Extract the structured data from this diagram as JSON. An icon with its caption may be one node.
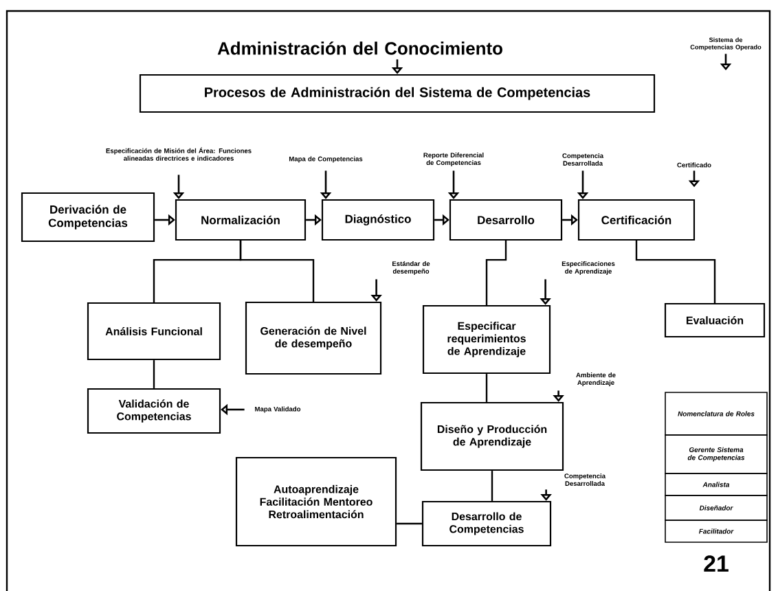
{
  "diagram": {
    "nodes": [
      {
        "text": [
          "Administración del Conocimiento"
        ]
      },
      {
        "text": [
          "Procesos de Administración del Sistema de Competencias"
        ]
      },
      {
        "text": [
          "Sistema de Competencias Operado"
        ]
      },
      {
        "text": [
          "Especificación de Misión del Área: Funciones alineadas directrices e indicadores"
        ]
      },
      {
        "text": [
          "Mapa de Competencias"
        ]
      },
      {
        "text": [
          "Reporte Diferencial de Competencias"
        ]
      },
      {
        "text": [
          "Competencia Desarrollada"
        ]
      },
      {
        "text": [
          "Certificado"
        ]
      },
      {
        "text": [
          "Derivación de Competencias"
        ]
      },
      {
        "text": [
          "Normalización"
        ]
      },
      {
        "text": [
          "Diagnóstico"
        ]
      },
      {
        "text": [
          "Desarrollo"
        ]
      },
      {
        "text": [
          "Certificación"
        ]
      },
      {
        "text": [
          "Estándar de desempeño"
        ]
      },
      {
        "text": [
          "Especificaciones de Aprendizaje"
        ]
      },
      {
        "text": [
          "Análisis Funcional"
        ]
      },
      {
        "text": [
          "Generación de Nivel de desempeño"
        ]
      },
      {
        "text": [
          "Especificar requerimientos de Aprendizaje"
        ]
      },
      {
        "text": [
          "Evaluación"
        ]
      },
      {
        "text": [
          "Validación de Competencias"
        ]
      },
      {
        "text": [
          "Mapa Validado"
        ]
      },
      {
        "text": [
          "Ambiente de Aprendizaje"
        ]
      },
      {
        "text": [
          "Diseño y Producción de Aprendizaje"
        ]
      },
      {
        "text": [
          "Autoaprendizaje Facilitación Mentoreo Retroalimentación"
        ]
      },
      {
        "text": [
          "Competencia Desarrollada"
        ]
      },
      {
        "text": [
          "Desarrollo de Competencias"
        ]
      },
      {
        "text": [
          "Nomenclatura de Roles"
        ]
      },
      {
        "text": [
          "Gerente Sistema de Competencias"
        ]
      },
      {
        "text": [
          "Analista"
        ]
      },
      {
        "text": [
          "Diseñador"
        ]
      },
      {
        "text": [
          "Facilitador"
        ]
      }
    ],
    "edges": [
      {
        "from": 0,
        "to": 1,
        "arrow": "to"
      },
      {
        "from": 2,
        "to": null,
        "arrow": "to"
      },
      {
        "from": 3,
        "to": 9,
        "arrow": "to"
      },
      {
        "from": 4,
        "to": 10,
        "arrow": "to"
      },
      {
        "from": 5,
        "to": 11,
        "arrow": "to"
      },
      {
        "from": 6,
        "to": 12,
        "arrow": "to"
      },
      {
        "from": 7,
        "to": null,
        "arrow": "to"
      },
      {
        "from": 8,
        "to": 9,
        "arrow": "to"
      },
      {
        "from": 9,
        "to": 10,
        "arrow": "to"
      },
      {
        "from": 10,
        "to": 11,
        "arrow": "to"
      },
      {
        "from": 11,
        "to": 12,
        "arrow": "to"
      },
      {
        "from": 9,
        "to": 15,
        "arrow": "none"
      },
      {
        "from": 9,
        "to": 16,
        "arrow": "none"
      },
      {
        "from": 13,
        "to": 16,
        "arrow": "to"
      },
      {
        "from": 15,
        "to": 19,
        "arrow": "none"
      },
      {
        "from": 20,
        "to": 19,
        "arrow": "to"
      },
      {
        "from": 11,
        "to": 17,
        "arrow": "none"
      },
      {
        "from": 14,
        "to": 17,
        "arrow": "to"
      },
      {
        "from": 12,
        "to": 18,
        "arrow": "none"
      },
      {
        "from": 17,
        "to": 22,
        "arrow": "none"
      },
      {
        "from": 21,
        "to": 22,
        "arrow": "to"
      },
      {
        "from": 22,
        "to": 25,
        "arrow": "none"
      },
      {
        "from": 24,
        "to": 25,
        "arrow": "to"
      },
      {
        "from": 23,
        "to": 25,
        "arrow": "none"
      }
    ],
    "labels": [
      "21"
    ]
  }
}
